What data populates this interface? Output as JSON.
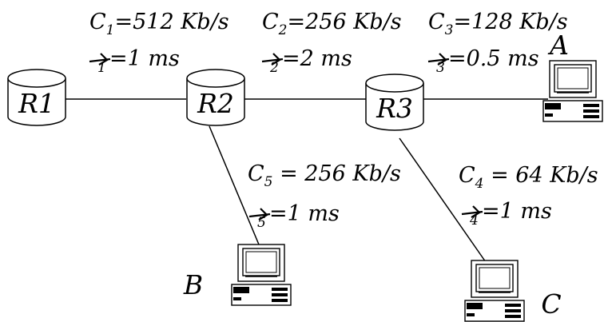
{
  "routers": [
    {
      "id": "R1",
      "label": "R1"
    },
    {
      "id": "R2",
      "label": "R2"
    },
    {
      "id": "R3",
      "label": "R3"
    }
  ],
  "hosts": [
    {
      "id": "A",
      "label": "A"
    },
    {
      "id": "B",
      "label": "B"
    },
    {
      "id": "C",
      "label": "C"
    }
  ],
  "links": [
    {
      "from": "R1",
      "to": "R2",
      "capacity": {
        "letter": "C",
        "index": "1",
        "text": "=512 Kb/s"
      },
      "delay": {
        "index": "1",
        "text": "=1 ms"
      }
    },
    {
      "from": "R2",
      "to": "R3",
      "capacity": {
        "letter": "C",
        "index": "2",
        "text": "=256 Kb/s"
      },
      "delay": {
        "index": "2",
        "text": "=2 ms"
      }
    },
    {
      "from": "R3",
      "to": "A",
      "capacity": {
        "letter": "C",
        "index": "3",
        "text": "=128 Kb/s"
      },
      "delay": {
        "index": "3",
        "text": "=0.5 ms"
      }
    },
    {
      "from": "R3",
      "to": "C",
      "capacity": {
        "letter": "C",
        "index": "4",
        "text": " = 64 Kb/s"
      },
      "delay": {
        "index": "4",
        "text": "=1 ms"
      }
    },
    {
      "from": "R2",
      "to": "B",
      "capacity": {
        "letter": "C",
        "index": "5",
        "text": " = 256 Kb/s"
      },
      "delay": {
        "index": "5",
        "text": "=1 ms"
      }
    }
  ]
}
